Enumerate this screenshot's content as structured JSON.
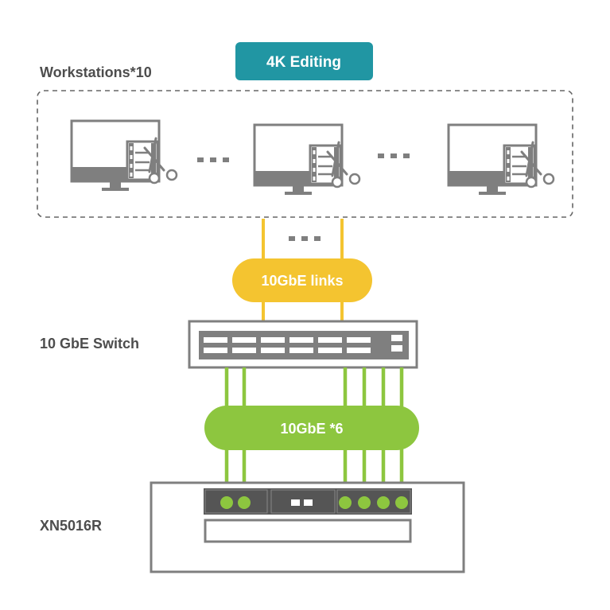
{
  "header": {
    "badge": "4K Editing"
  },
  "workstations": {
    "label": "Workstations*10",
    "count_shown": 3,
    "ellipsis": "···"
  },
  "uplinks": {
    "label": "10GbE links",
    "ellipsis": "···"
  },
  "switch": {
    "label": "10 GbE Switch"
  },
  "downlinks": {
    "label": "10GbE *6",
    "count": 6
  },
  "storage": {
    "label": "XN5016R"
  },
  "colors": {
    "badge": "#2196a3",
    "yellow": "#f4c430",
    "green": "#8dc63f",
    "gray": "#7f7f7f",
    "dark": "#555555",
    "text": "#4d4d4d"
  },
  "icons": [
    "monitor-icon",
    "film-scissors-icon",
    "network-switch-icon",
    "nas-rack-icon"
  ]
}
